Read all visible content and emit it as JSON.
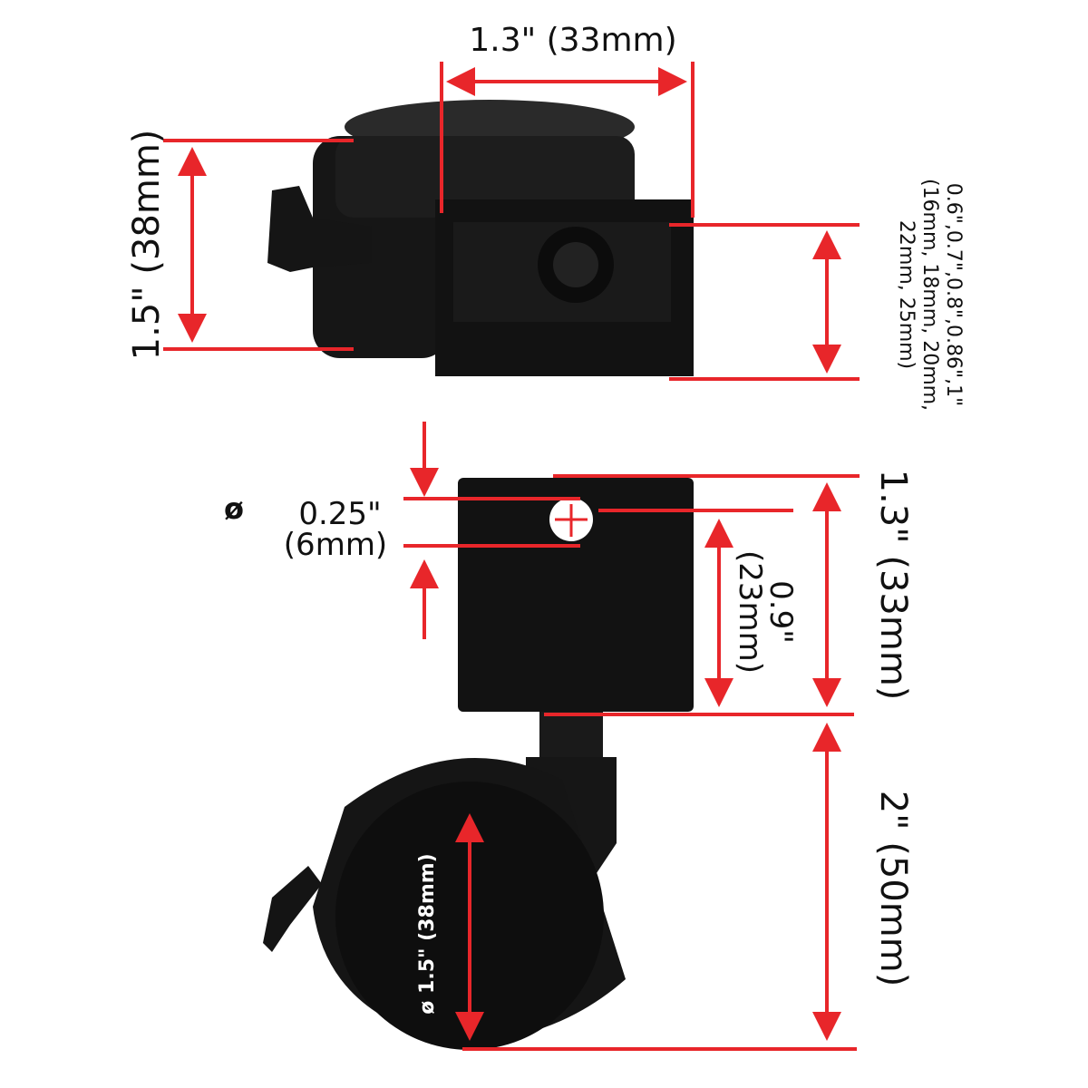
{
  "colors": {
    "dimension_red": "#e8262a",
    "part_black": "#161616",
    "background": "#ffffff"
  },
  "top_view": {
    "width_label": "1.3\" (33mm)",
    "height_label": "1.5\" (38mm)",
    "bracket_sizes_line1": "0.6\",0.7\",0.8\",0.86\",1\"",
    "bracket_sizes_line2": "(16mm, 18mm, 20mm,",
    "bracket_sizes_line3": "22mm, 25mm)"
  },
  "side_view": {
    "diameter_symbol": "ø",
    "hole_label_line1": "0.25\"",
    "hole_label_line2": "(6mm)",
    "hole_offset_line1": "0.9\"",
    "hole_offset_line2": "(23mm)",
    "plate_height_label": "1.3\" (33mm)",
    "total_height_label": "2\" (50mm)",
    "wheel_diameter_label": "ø  1.5\" (38mm)"
  }
}
